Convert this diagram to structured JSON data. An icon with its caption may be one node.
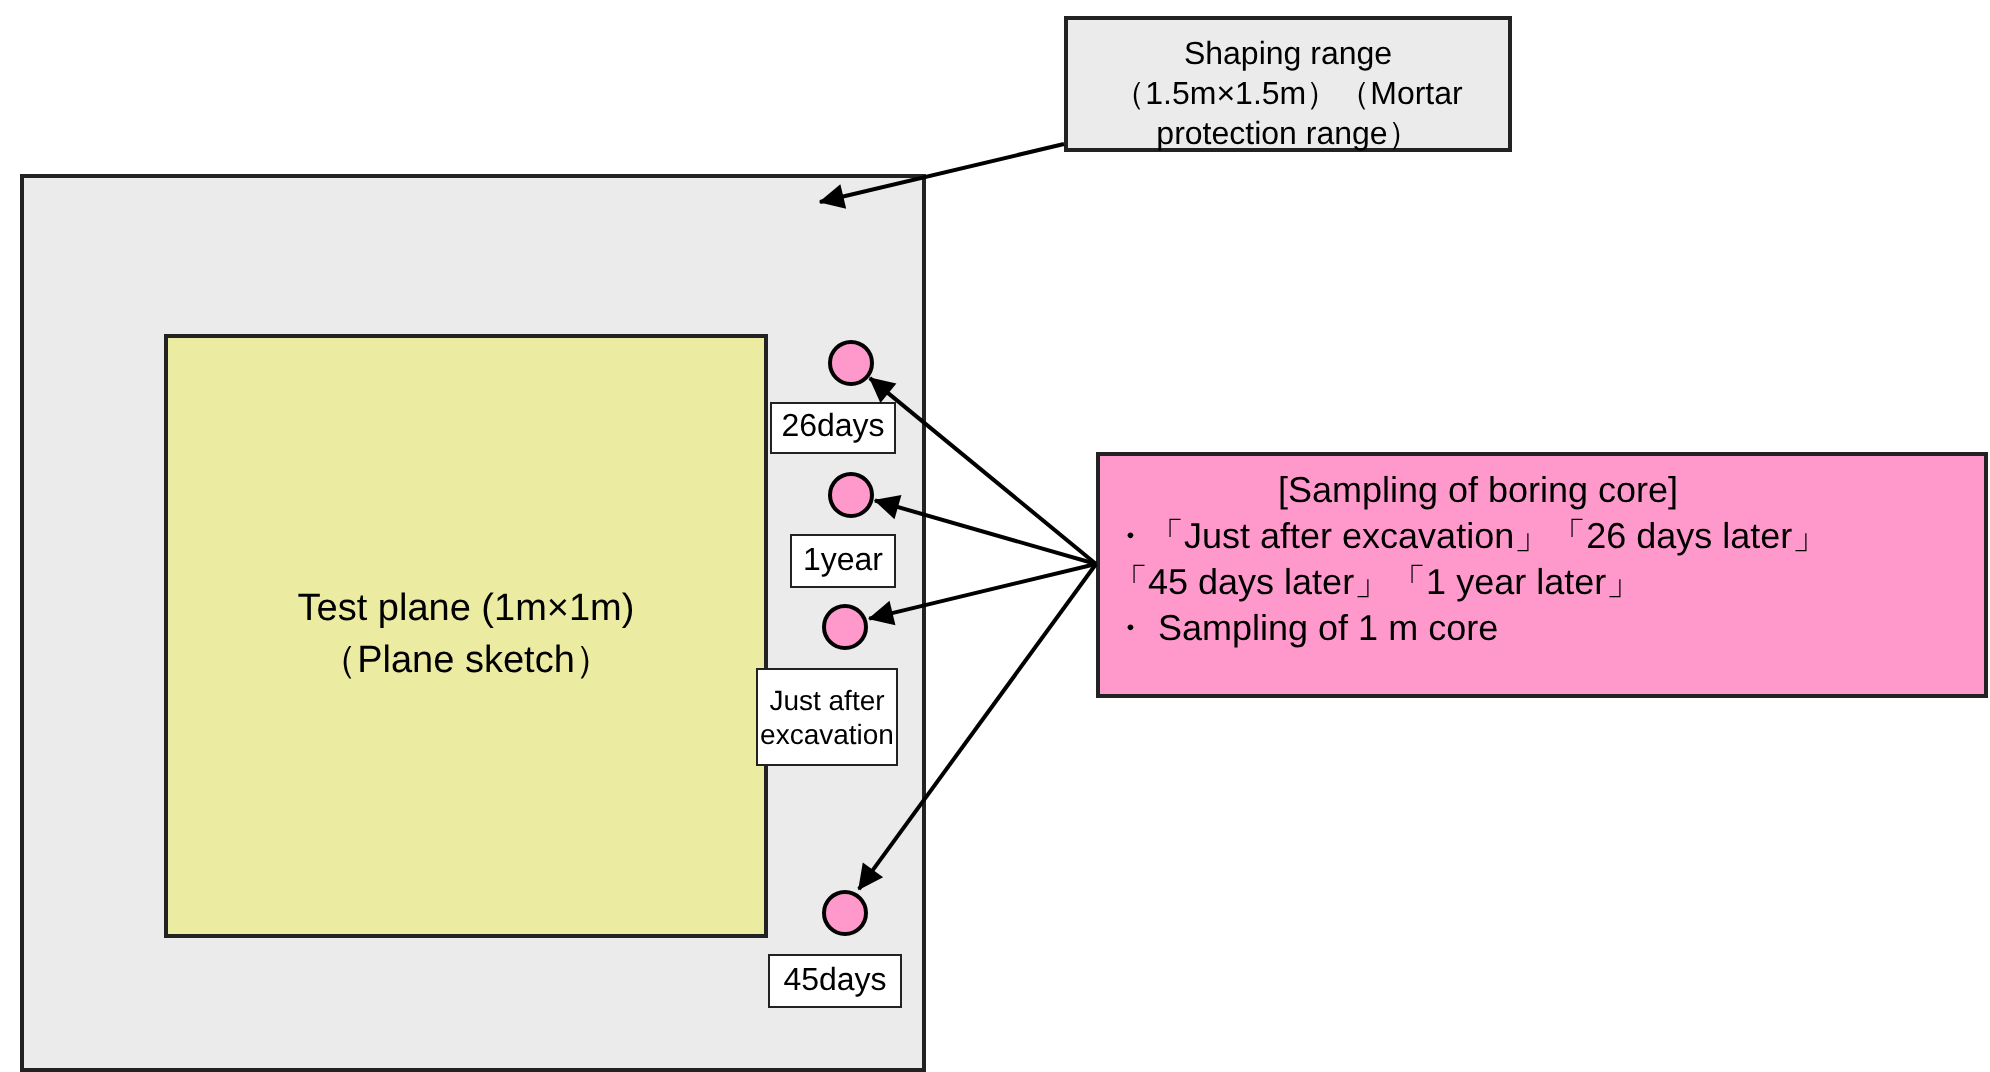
{
  "diagram": {
    "nodes": [
      {
        "text": [
          "Shaping range（1.5m×1.5m）（Mortar protection range）"
        ]
      },
      {
        "text": [],
        "shape": "box"
      },
      {
        "text": [
          "Test plane (1m×1m) （Plane sketch）"
        ],
        "in": 1
      },
      {
        "text": [],
        "shape": "circle",
        "in": 1
      },
      {
        "text": [
          "26days"
        ],
        "in": 1
      },
      {
        "text": [],
        "shape": "circle",
        "in": 1
      },
      {
        "text": [
          "1year"
        ],
        "in": 1
      },
      {
        "text": [],
        "shape": "circle",
        "in": 1
      },
      {
        "text": [
          "Just after excavation"
        ],
        "in": 1
      },
      {
        "text": [],
        "shape": "circle",
        "in": 1
      },
      {
        "text": [
          "45days"
        ],
        "in": 1
      },
      {
        "text": [
          "[Sampling of boring core]",
          "・「Just after excavation」「26 days later」「45 days later」「1 year later」",
          "・ Sampling of 1 m core"
        ]
      }
    ],
    "edges": [
      {
        "from": 0,
        "to": 1,
        "arrow": "to"
      },
      {
        "from": 11,
        "to": 3,
        "arrow": "to"
      },
      {
        "from": 11,
        "to": 5,
        "arrow": "to"
      },
      {
        "from": 11,
        "to": 7,
        "arrow": "to"
      },
      {
        "from": 11,
        "to": 9,
        "arrow": "to"
      }
    ]
  }
}
